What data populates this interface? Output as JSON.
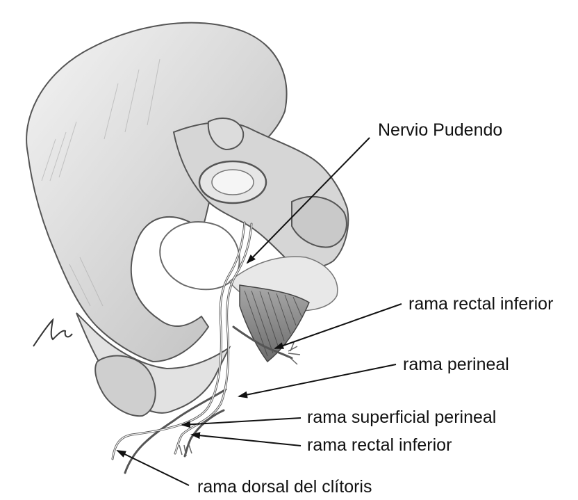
{
  "diagram": {
    "labels": {
      "nervio_pudendo": "Nervio Pudendo",
      "rama_rectal_inferior_1": "rama rectal inferior",
      "rama_perineal": "rama perineal",
      "rama_superficial_perineal": "rama superficial perineal",
      "rama_rectal_inferior_2": "rama rectal inferior",
      "rama_dorsal_clitoris": "rama dorsal del clítoris"
    },
    "signature": "Jm",
    "colors": {
      "ink": "#111111",
      "bone_fill": "#ececec",
      "bone_shade": "#bdbdbd",
      "outline": "#555555"
    }
  }
}
